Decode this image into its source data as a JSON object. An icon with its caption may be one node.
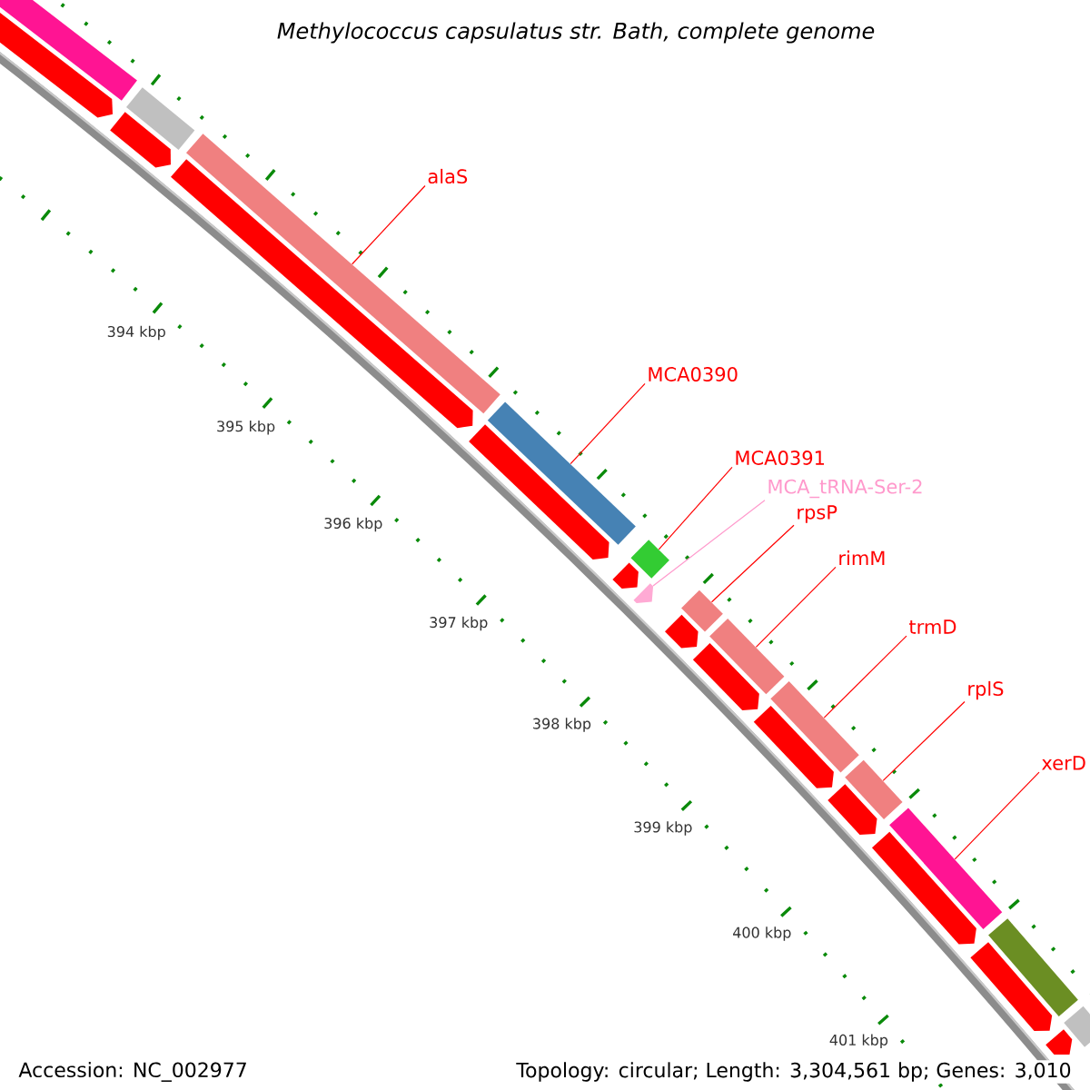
{
  "diagram": {
    "title": "Methylococcus capsulatus str. Bath, complete genome",
    "nodes": [
      {
        "text": [
          "alaS"
        ]
      },
      {
        "text": [
          "MCA0390"
        ]
      },
      {
        "text": [
          "MCA0391"
        ]
      },
      {
        "text": [
          "MCA_tRNA-Ser-2"
        ]
      },
      {
        "text": [
          "rpsP"
        ]
      },
      {
        "text": [
          "rimM"
        ]
      },
      {
        "text": [
          "trmD"
        ]
      },
      {
        "text": [
          "rplS"
        ]
      },
      {
        "text": [
          "xerD"
        ]
      },
      {
        "text": [],
        "shape": "bar"
      },
      {
        "text": [],
        "shape": "bar"
      },
      {
        "text": [],
        "shape": "bar"
      },
      {
        "text": [],
        "shape": "arrow"
      },
      {
        "text": [],
        "shape": "bar"
      },
      {
        "text": [],
        "shape": "bar"
      },
      {
        "text": [],
        "shape": "bar"
      },
      {
        "text": [],
        "shape": "bar"
      },
      {
        "text": [],
        "shape": "bar"
      },
      {
        "text": [],
        "shape": "bar"
      },
      {
        "text": [],
        "shape": "bar"
      },
      {
        "text": [],
        "shape": "bar"
      },
      {
        "text": [],
        "shape": "bar"
      },
      {
        "text": [],
        "shape": "arrow"
      },
      {
        "text": [],
        "shape": "arrow"
      },
      {
        "text": [],
        "shape": "arrow"
      },
      {
        "text": [],
        "shape": "arrow"
      },
      {
        "text": [],
        "shape": "arrow"
      },
      {
        "text": [],
        "shape": "arrow"
      },
      {
        "text": [],
        "shape": "arrow"
      },
      {
        "text": [],
        "shape": "arrow"
      },
      {
        "text": [],
        "shape": "arrow"
      },
      {
        "text": [],
        "shape": "arrow"
      },
      {
        "text": [],
        "shape": "arrow"
      },
      {
        "text": [],
        "shape": "arrow"
      }
    ],
    "edges": [
      {
        "from": 0,
        "to": 9,
        "arrow": "none"
      },
      {
        "from": 1,
        "to": 10,
        "arrow": "none"
      },
      {
        "from": 2,
        "to": 11,
        "arrow": "none"
      },
      {
        "from": 3,
        "to": 12,
        "arrow": "none",
        "color": "#ff99cc"
      },
      {
        "from": 4,
        "to": 13,
        "arrow": "none"
      },
      {
        "from": 5,
        "to": 14,
        "arrow": "none"
      },
      {
        "from": 6,
        "to": 15,
        "arrow": "none"
      },
      {
        "from": 7,
        "to": 16,
        "arrow": "none"
      },
      {
        "from": 8,
        "to": 17,
        "arrow": "none"
      }
    ],
    "labels": [
      "394 kbp",
      "395 kbp",
      "396 kbp",
      "397 kbp",
      "398 kbp",
      "399 kbp",
      "400 kbp",
      "401 kbp",
      "Accession: NC_002977",
      "Topology: circular; Length: 3,304,561 bp; Genes: 3,010"
    ]
  }
}
